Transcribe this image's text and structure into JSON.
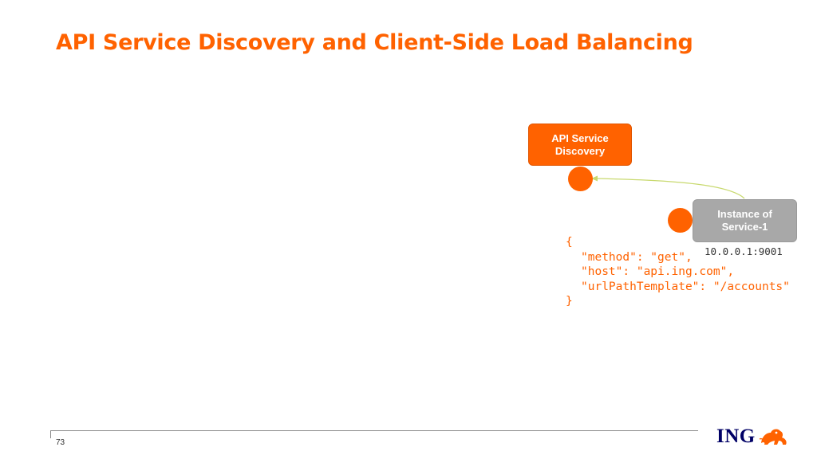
{
  "slide": {
    "title": "API Service Discovery and Client-Side Load Balancing",
    "page_number": "73"
  },
  "diagram": {
    "discovery_box": "API Service Discovery",
    "instance_box": "Instance of Service-1",
    "instance_address": "10.0.0.1:9001",
    "request_json": {
      "open": "{",
      "line1": "\"method\": \"get\",",
      "line2": "\"host\": \"api.ing.com\",",
      "line3": "\"urlPathTemplate\": \"/accounts\"",
      "close": "}"
    }
  },
  "logo": {
    "text": "ING",
    "icon": "lion-icon"
  },
  "colors": {
    "accent": "#ff6200",
    "instance_gray": "#a8a8a8",
    "connector": "#c8d96e",
    "logo_navy": "#000066"
  }
}
